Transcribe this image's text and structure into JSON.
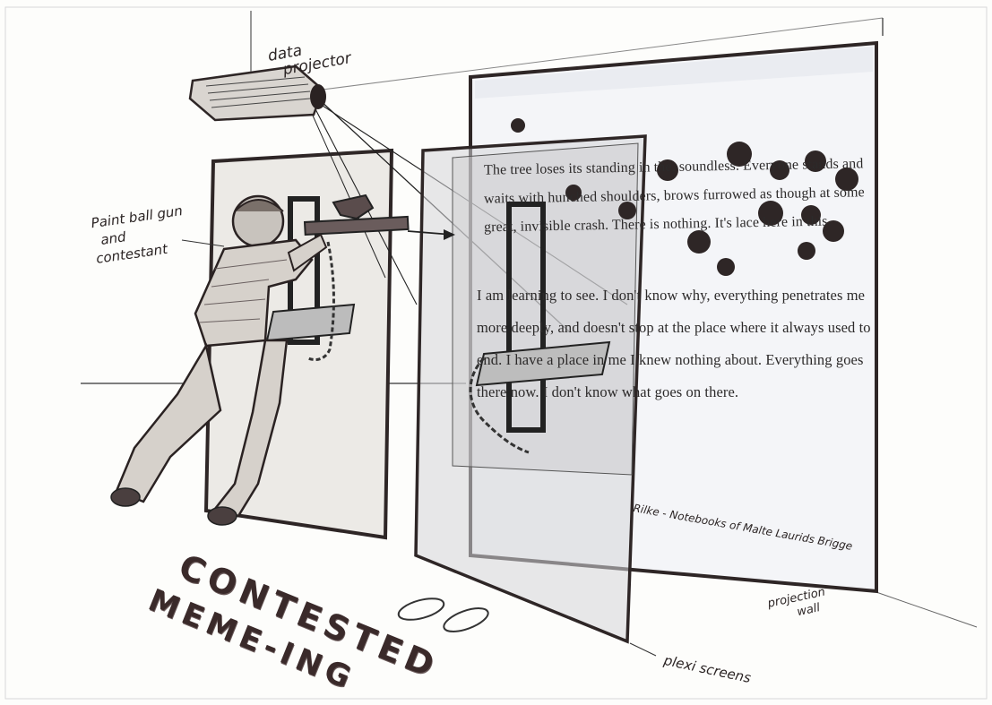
{
  "labels": {
    "data_projector": [
      "data",
      "projector"
    ],
    "paintball_gun": [
      "Paint ball gun",
      "and",
      "contestant"
    ],
    "plexi_screens": "plexi screens",
    "projection_wall": [
      "projection",
      "wall"
    ],
    "citation": "Rilke - Notebooks of Malte Laurids Brigge"
  },
  "title": [
    "CONTESTED",
    "MEME-ING"
  ],
  "projected_text": {
    "paragraph1": [
      "The tree loses its standing in the, soundless. Everyone stands and",
      "waits with hunched shoulders, brows furrowed as though at some",
      "great, invisible crash. There is nothing. It's lace here in this."
    ],
    "paragraph2": [
      "I am learning to see. I don't know why, everything penetrates me",
      "more deeply, and doesn't stop at the place where it always used to",
      "end. I have a place in me I knew nothing about. Everything goes",
      "there now. I don't know what goes on there."
    ]
  },
  "colors": {
    "ink": "#2e2626",
    "paper": "#fdfdfb",
    "screen": "#f4f5f8"
  }
}
